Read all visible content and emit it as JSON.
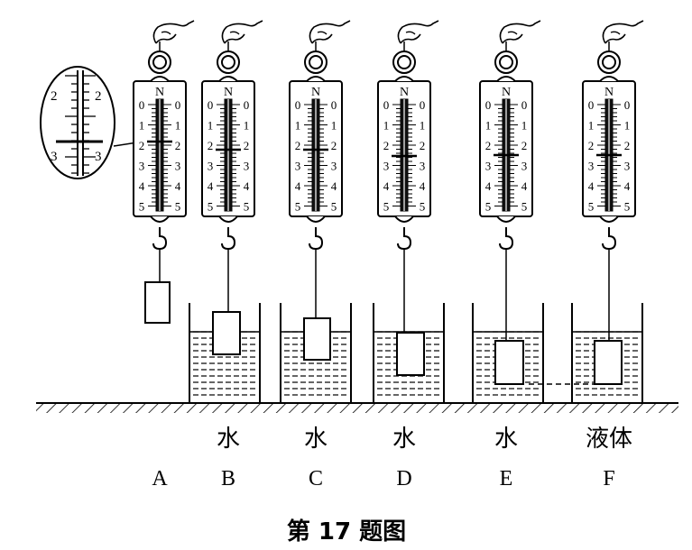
{
  "scale": {
    "unit": "N",
    "ticks": [
      "0",
      "1",
      "2",
      "3",
      "4",
      "5"
    ]
  },
  "magnifier": {
    "ticks": [
      "2",
      "3"
    ]
  },
  "setups": [
    {
      "letter": "A",
      "liquid": ""
    },
    {
      "letter": "B",
      "liquid": "水"
    },
    {
      "letter": "C",
      "liquid": "水"
    },
    {
      "letter": "D",
      "liquid": "水"
    },
    {
      "letter": "E",
      "liquid": "水"
    },
    {
      "letter": "F",
      "liquid": "液体"
    }
  ],
  "caption": "第 17 题图"
}
